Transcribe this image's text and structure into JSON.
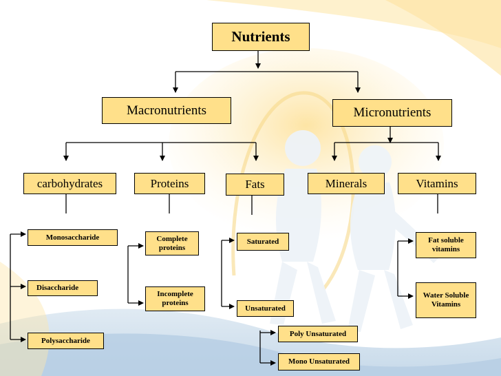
{
  "root": {
    "label": "Nutrients"
  },
  "level1": {
    "macro": "Macronutrients",
    "micro": "Micronutrients"
  },
  "level2": {
    "carbohydrates": "carbohydrates",
    "proteins": "Proteins",
    "fats": "Fats",
    "minerals": "Minerals",
    "vitamins": "Vitamins"
  },
  "carbohydrates": {
    "mono": "Monosaccharide",
    "di": "Disaccharide",
    "poly": "Polysaccharide"
  },
  "proteins": {
    "complete": "Complete proteins",
    "incomplete": "Incomplete proteins"
  },
  "fats": {
    "saturated": "Saturated",
    "unsaturated": "Unsaturated",
    "poly_unsaturated": "Poly Unsaturated",
    "mono_unsaturated": "Mono Unsaturated"
  },
  "vitamins": {
    "fat_soluble": "Fat soluble vitamins",
    "water_soluble": "Water Soluble Vitamins"
  },
  "colors": {
    "box_fill": "#ffe08a",
    "line": "#000000",
    "background_top": "#fde7a6",
    "background_bottom": "#cfe0ee"
  }
}
